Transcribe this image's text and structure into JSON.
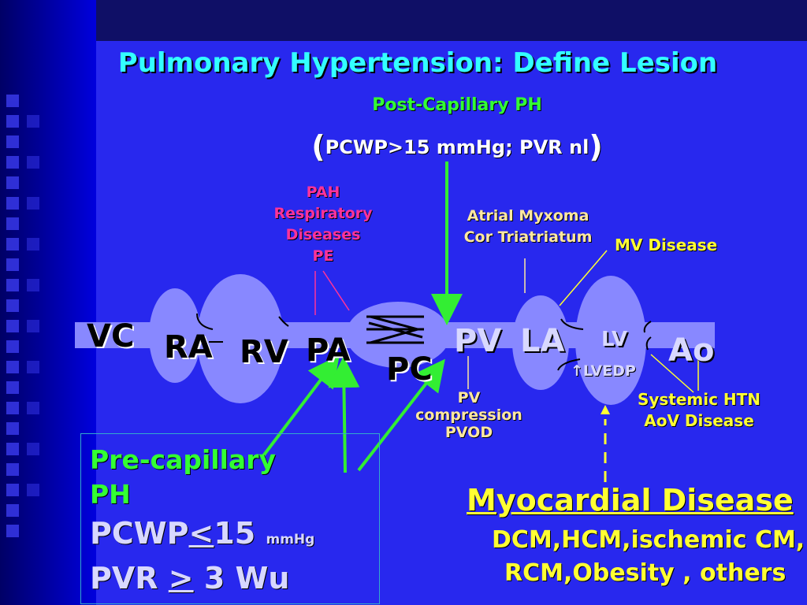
{
  "title": "Pulmonary Hypertension:  Define Lesion",
  "post_capillary": {
    "heading": "Post-Capillary PH",
    "open_paren": "(",
    "formula": "PCWP>15 mmHg; PVR nl",
    "close_paren": ")"
  },
  "structures": {
    "vc": "VC",
    "ra": "RA",
    "rv": "RV",
    "pa": "PA",
    "pc": "PC",
    "pv": "PV",
    "la": "LA",
    "lv": "LV",
    "ao": "Ao"
  },
  "lvedp": "↑LVEDP",
  "pa_lesions": [
    "PAH",
    "Respiratory",
    "Diseases",
    "PE"
  ],
  "la_lesions": [
    "Atrial Myxoma",
    "Cor Triatriatum"
  ],
  "mv_disease": "MV Disease",
  "pv_lesions": [
    "PV",
    "compression",
    "PVOD"
  ],
  "ao_lesions": [
    "Systemic HTN",
    "AoV Disease"
  ],
  "pre_capillary": {
    "title_line1": "Pre-capillary",
    "title_line2": "PH",
    "pcwp_label": "PCWP",
    "pcwp_op": "<",
    "pcwp_value": "15",
    "pcwp_unit": "mmHg",
    "pvr_label": "PVR",
    "pvr_op": ">",
    "pvr_value": "3 Wu"
  },
  "myocardial": {
    "title": "Myocardial Disease",
    "line1": "DCM,HCM,ischemic CM,",
    "line2": "RCM,Obesity , others"
  },
  "colors": {
    "background": "#2222ee",
    "left_strip": "#0000cc",
    "top_band": "#0f0f66",
    "organ_fill": "#8888ff",
    "arrow_green": "#33ee33",
    "title_cyan": "#33ffff",
    "lesion_pink": "#ff3399",
    "lesion_tan": "#ffe8a0",
    "highlight_yellow": "#ffff33"
  }
}
